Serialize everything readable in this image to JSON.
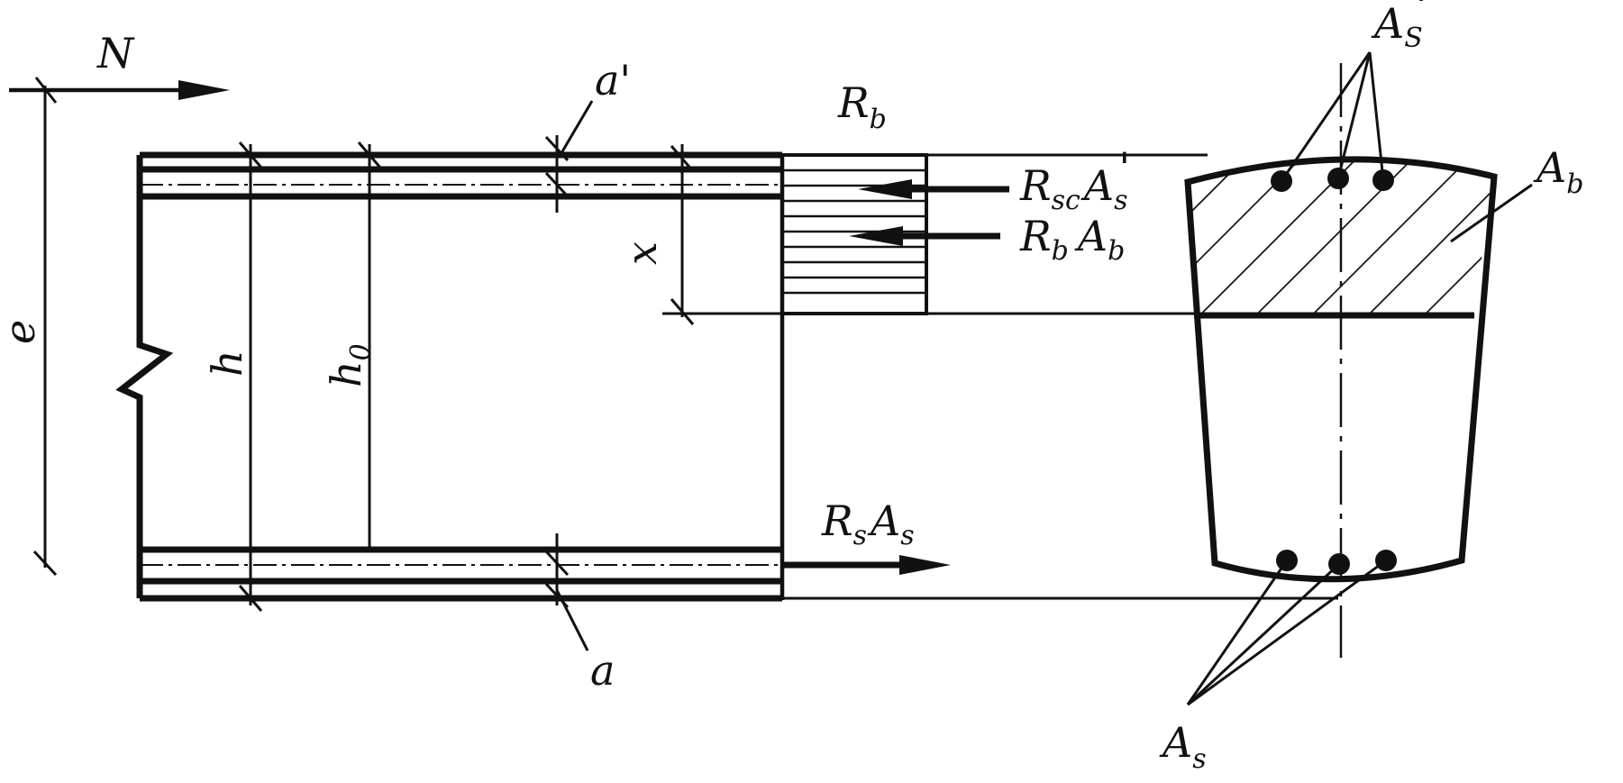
{
  "labels": {
    "N": "N",
    "e": "e",
    "h": "h",
    "h0_main": "h",
    "h0_sub": "0",
    "a_prime": "a'",
    "a": "a",
    "x": "x",
    "Rb_main": "R",
    "Rb_sub": "b",
    "Rsc_main": "R",
    "Rsc_sub": "sc",
    "As_prime_in_force_main": "A",
    "As_prime_in_force_sub": "s",
    "As_prime_in_force_prime": "'",
    "RbAb_R": "R",
    "RbAb_Rsub": "b",
    "RbAb_A": "A",
    "RbAb_Asub": "b",
    "RsAs_R": "R",
    "RsAs_Rsub": "s",
    "RsAs_A": "A",
    "RsAs_Asub": "s",
    "As_top_main": "A",
    "As_top_sub": "S",
    "As_top_prime": "'",
    "Ab_main": "A",
    "Ab_sub": "b",
    "As_bottom_main": "A",
    "As_bottom_sub": "s"
  },
  "colors": {
    "ink": "#111111",
    "background": "#ffffff"
  }
}
